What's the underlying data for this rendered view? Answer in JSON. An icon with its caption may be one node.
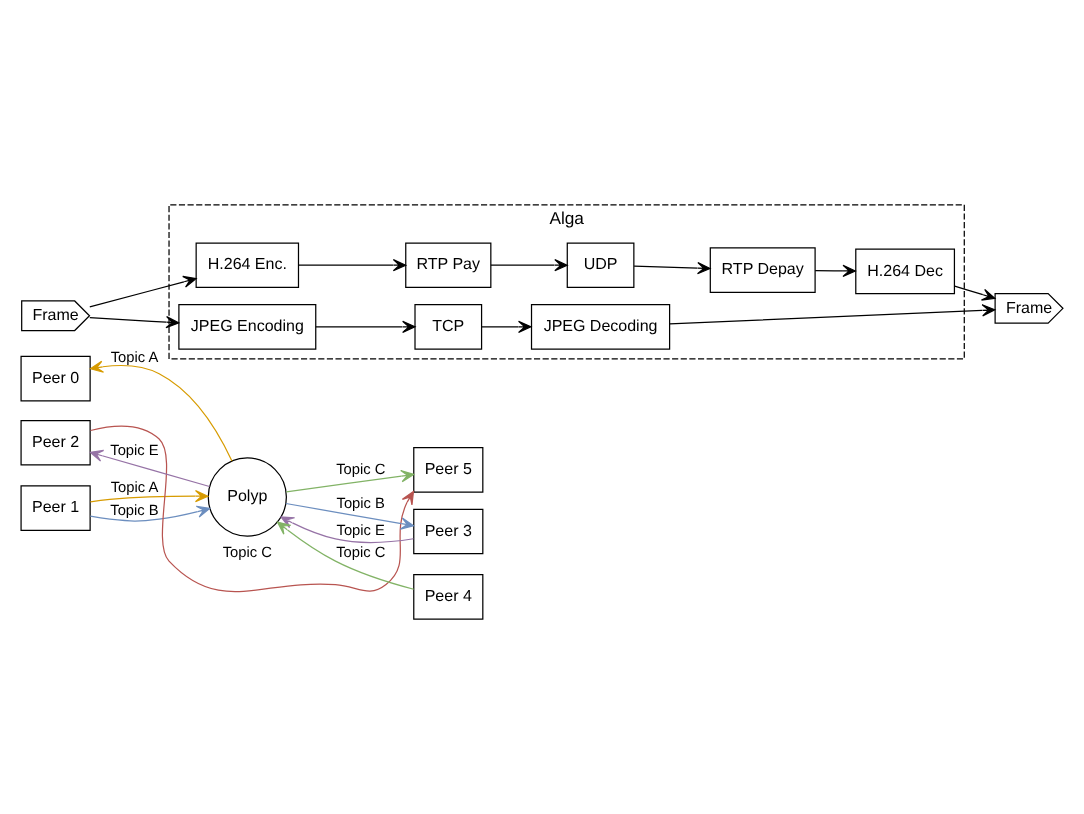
{
  "diagram": {
    "nodes": [
      {
        "text": [
          "Peer 0"
        ]
      },
      {
        "text": [
          "Peer 1"
        ]
      },
      {
        "text": [
          "Peer 2"
        ]
      },
      {
        "text": [
          "Polyp"
        ]
      },
      {
        "text": [
          "Peer 3"
        ]
      },
      {
        "text": [
          "Peer 4"
        ]
      },
      {
        "text": [
          "Peer 5"
        ]
      },
      {
        "text": [
          "Frame"
        ]
      },
      {
        "text": [
          "Alga"
        ]
      },
      {
        "text": [
          "JPEG Encoding"
        ],
        "in": 8
      },
      {
        "text": [
          "TCP"
        ],
        "in": 8
      },
      {
        "text": [
          "JPEG Decoding"
        ],
        "in": 8
      },
      {
        "text": [
          "H.264 Enc."
        ],
        "in": 8
      },
      {
        "text": [
          "RTP Pay"
        ],
        "in": 8
      },
      {
        "text": [
          "UDP"
        ],
        "in": 8
      },
      {
        "text": [
          "RTP Depay"
        ],
        "in": 8
      },
      {
        "text": [
          "H.264 Dec"
        ],
        "in": 8
      },
      {
        "text": [
          "Frame"
        ]
      }
    ],
    "edges": [
      {
        "from": 3,
        "to": 0,
        "arrow": "to",
        "label": "Topic A",
        "color": "#d79b00"
      },
      {
        "from": 1,
        "to": 3,
        "arrow": "to",
        "label": "Topic A",
        "color": "#d79b00"
      },
      {
        "from": 1,
        "to": 3,
        "arrow": "to",
        "label": "Topic B",
        "color": "#6c8ebf"
      },
      {
        "from": 3,
        "to": 2,
        "arrow": "to",
        "label": "Topic E",
        "color": "#9673a6"
      },
      {
        "from": 3,
        "to": 4,
        "arrow": "to",
        "label": "Topic B",
        "color": "#6c8ebf"
      },
      {
        "from": 4,
        "to": 3,
        "arrow": "to",
        "label": "Topic E",
        "color": "#9673a6"
      },
      {
        "from": 5,
        "to": 3,
        "arrow": "to",
        "label": "Topic C",
        "color": "#82b366"
      },
      {
        "from": 3,
        "to": 6,
        "arrow": "to",
        "label": "Topic C",
        "color": "#82b366"
      },
      {
        "from": 2,
        "to": 6,
        "arrow": "to",
        "label": "Topic C",
        "color": "#b85450"
      },
      {
        "from": 7,
        "to": 9,
        "arrow": "to"
      },
      {
        "from": 7,
        "to": 12,
        "arrow": "to"
      },
      {
        "from": 9,
        "to": 10,
        "arrow": "to"
      },
      {
        "from": 10,
        "to": 11,
        "arrow": "to"
      },
      {
        "from": 12,
        "to": 13,
        "arrow": "to"
      },
      {
        "from": 13,
        "to": 14,
        "arrow": "to"
      },
      {
        "from": 14,
        "to": 15,
        "arrow": "to"
      },
      {
        "from": 15,
        "to": 16,
        "arrow": "to"
      },
      {
        "from": 11,
        "to": 17,
        "arrow": "to"
      },
      {
        "from": 16,
        "to": 17,
        "arrow": "to"
      }
    ]
  }
}
